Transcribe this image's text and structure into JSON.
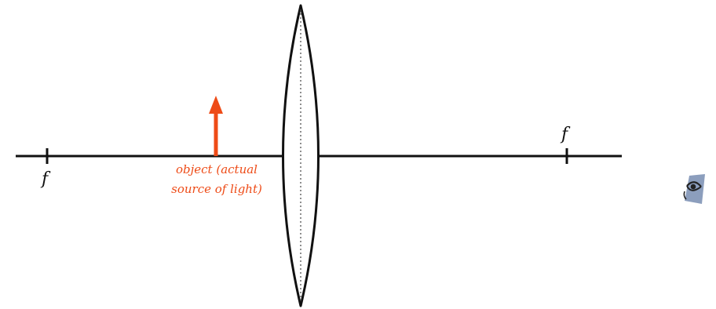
{
  "colors": {
    "axis": "#111111",
    "lens": "#111111",
    "object": "#ee4b17",
    "background": "#ffffff",
    "eye_skin": "#7f93b6",
    "eye_dark": "#222222"
  },
  "labels": {
    "focal_left": "f",
    "focal_right": "f",
    "object_line1": "object (actual",
    "object_line2": "source of light)"
  },
  "icons": {
    "eye": "eye-icon"
  }
}
